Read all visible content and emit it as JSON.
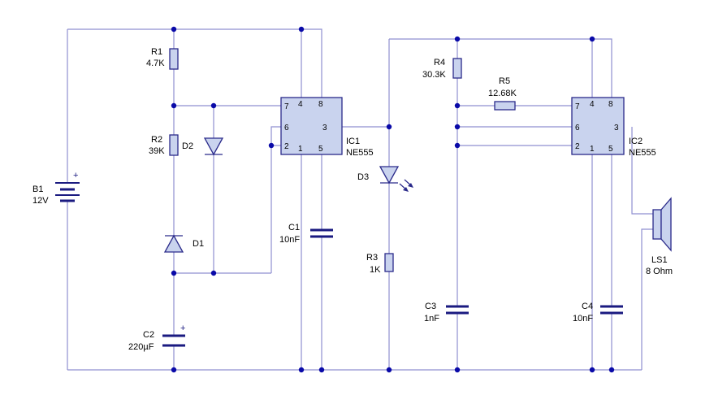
{
  "components": {
    "b1": {
      "ref": "B1",
      "value": "12V"
    },
    "r1": {
      "ref": "R1",
      "value": "4.7K"
    },
    "r2": {
      "ref": "R2",
      "value": "39K"
    },
    "d1": {
      "ref": "D1"
    },
    "d2": {
      "ref": "D2"
    },
    "c2": {
      "ref": "C2",
      "value": "220µF"
    },
    "c1": {
      "ref": "C1",
      "value": "10nF"
    },
    "ic1": {
      "ref": "IC1",
      "value": "NE555",
      "pins": {
        "p7": "7",
        "p4": "4",
        "p8": "8",
        "p6": "6",
        "p3": "3",
        "p2": "2",
        "p1": "1",
        "p5": "5"
      }
    },
    "d3": {
      "ref": "D3"
    },
    "r3": {
      "ref": "R3",
      "value": "1K"
    },
    "r4": {
      "ref": "R4",
      "value": "30.3K"
    },
    "r5": {
      "ref": "R5",
      "value": "12.68K"
    },
    "c3": {
      "ref": "C3",
      "value": "1nF"
    },
    "ic2": {
      "ref": "IC2",
      "value": "NE555",
      "pins": {
        "p7": "7",
        "p4": "4",
        "p8": "8",
        "p6": "6",
        "p3": "3",
        "p2": "2",
        "p1": "1",
        "p5": "5"
      }
    },
    "c4": {
      "ref": "C4",
      "value": "10nF"
    },
    "ls1": {
      "ref": "LS1",
      "value": "8 Ohm"
    }
  },
  "polarity_mark": "+",
  "colors": {
    "wire": "#8f8fd0",
    "component_fill": "#c9d3ee",
    "component_stroke": "#2a2a8a",
    "junction": "#0a0aa8"
  }
}
